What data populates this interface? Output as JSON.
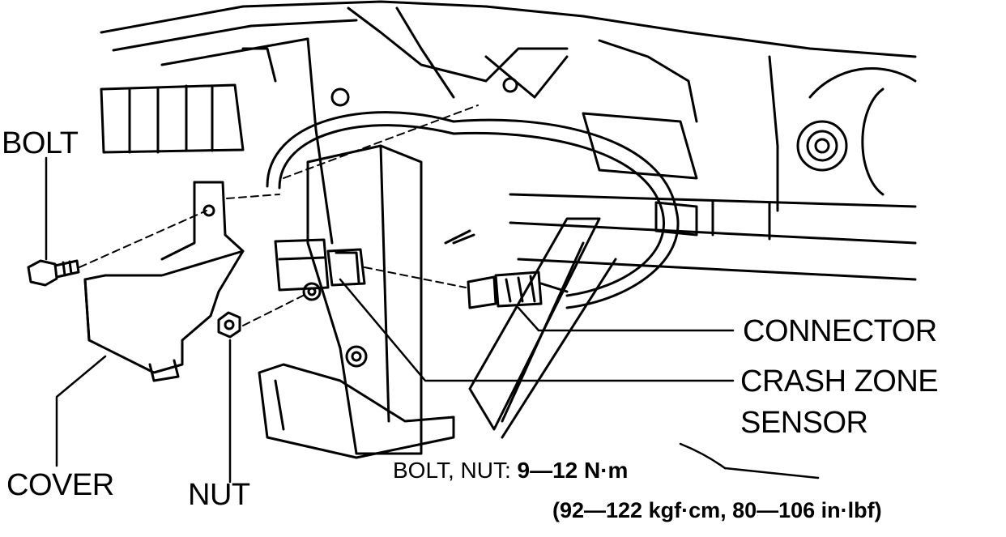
{
  "labels": {
    "bolt": "BOLT",
    "cover": "COVER",
    "nut": "NUT",
    "connector": "CONNECTOR",
    "sensor_line1": "CRASH ZONE",
    "sensor_line2": "SENSOR"
  },
  "torque": {
    "caption": "BOLT, NUT:",
    "value": "9—12 N·m",
    "alt_units": "(92—122 kgf·cm, 80—106 in·lbf)"
  }
}
